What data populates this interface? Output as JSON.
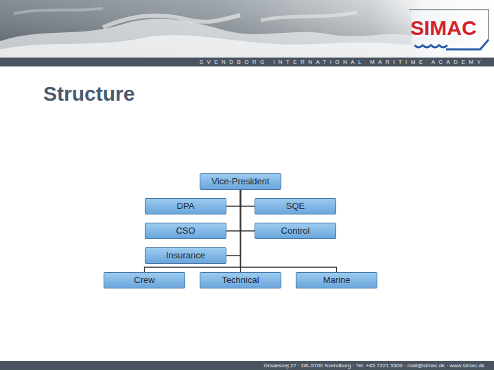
{
  "diagram": {
    "title": "Structure",
    "nodes": [
      {
        "text": [
          "Vice-President"
        ]
      },
      {
        "text": [
          "DPA"
        ]
      },
      {
        "text": [
          "SQE"
        ]
      },
      {
        "text": [
          "CSO"
        ]
      },
      {
        "text": [
          "Control"
        ]
      },
      {
        "text": [
          "Insurance"
        ]
      },
      {
        "text": [
          "Crew"
        ]
      },
      {
        "text": [
          "Technical"
        ]
      },
      {
        "text": [
          "Marine"
        ]
      }
    ],
    "edges": [
      {
        "from": 0,
        "to": 1,
        "arrow": "none"
      },
      {
        "from": 0,
        "to": 2,
        "arrow": "none"
      },
      {
        "from": 0,
        "to": 3,
        "arrow": "none"
      },
      {
        "from": 0,
        "to": 4,
        "arrow": "none"
      },
      {
        "from": 0,
        "to": 5,
        "arrow": "none"
      },
      {
        "from": 0,
        "to": 6,
        "arrow": "none"
      },
      {
        "from": 0,
        "to": 7,
        "arrow": "none"
      },
      {
        "from": 0,
        "to": 8,
        "arrow": "none"
      }
    ],
    "labels": [
      "SIMAC",
      "SVENDBORG INTERNATIONAL MARITIME ACADEMY",
      "Graaesvej 27 · DK-5700 Svendborg · Tel. +45 7221 5500 · mail@simac.dk · www.simac.dk"
    ]
  }
}
